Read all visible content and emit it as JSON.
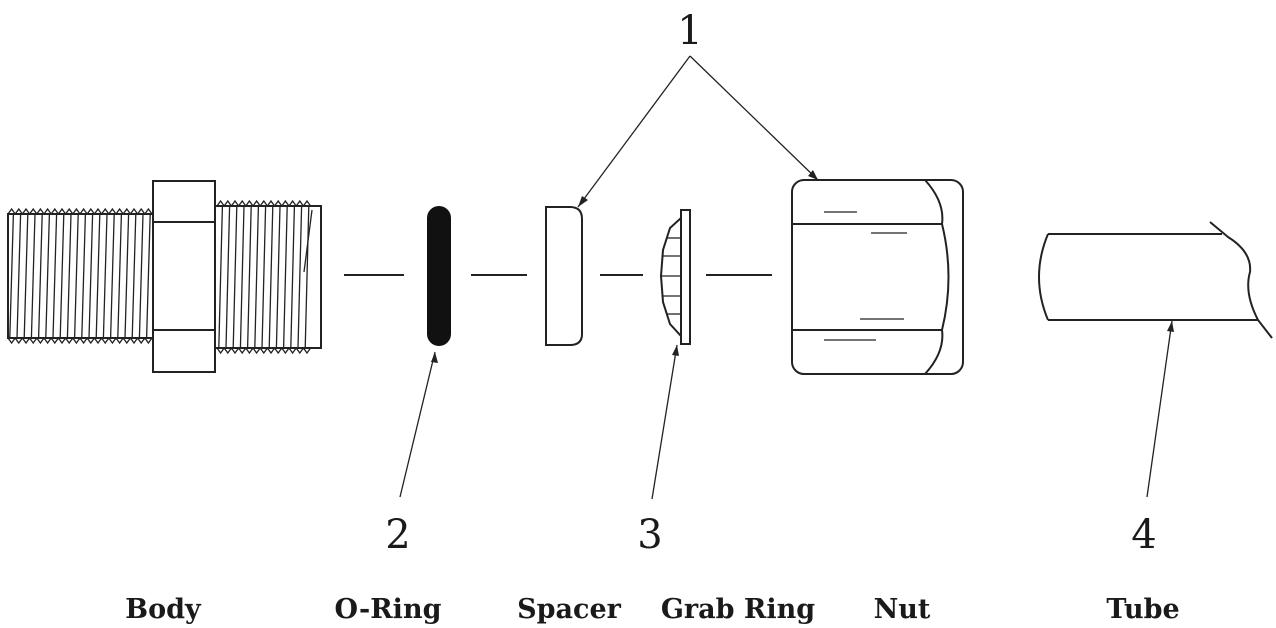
{
  "callouts": [
    "1",
    "2",
    "3",
    "4"
  ],
  "parts": [
    "Body",
    "O-Ring",
    "Spacer",
    "Grab Ring",
    "Nut",
    "Tube"
  ],
  "colors": {
    "ink": "#222222",
    "oring_fill": "#111111",
    "background": "#ffffff"
  }
}
